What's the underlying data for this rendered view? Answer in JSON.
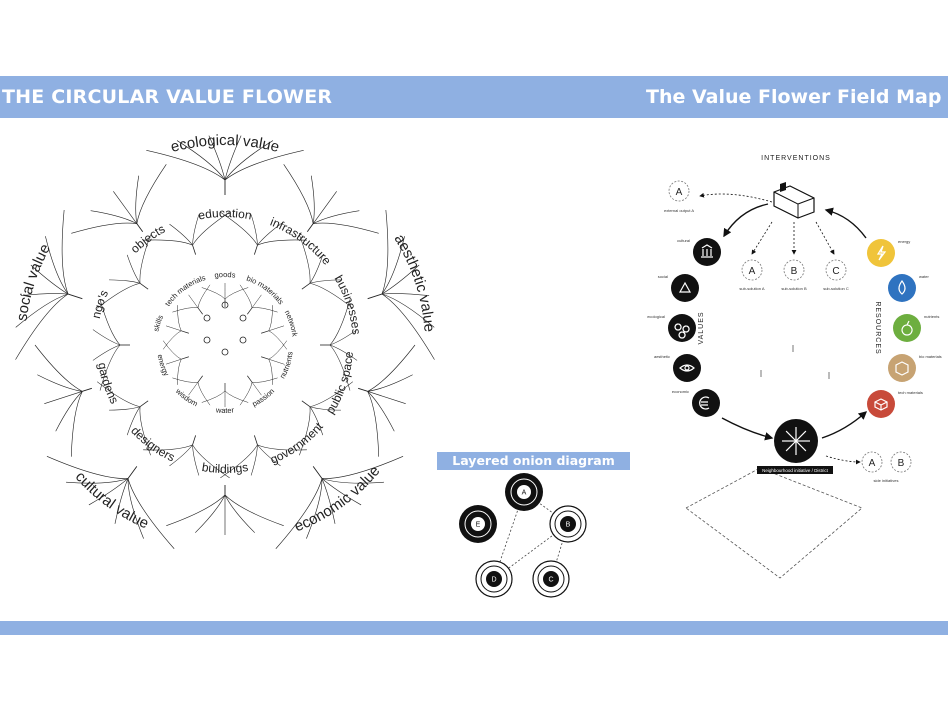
{
  "header": {
    "left_title": "THE CIRCULAR VALUE FLOWER",
    "right_title": "The Value Flower Field Map"
  },
  "colors": {
    "band": "#8fb0e2",
    "ink": "#1a1a1a"
  },
  "flower": {
    "outer": [
      "ecological value",
      "aesthetic value",
      "economic value",
      "cultural value",
      "social value"
    ],
    "middle": [
      "infrastructure",
      "businesses",
      "public space",
      "government",
      "buildings",
      "designers",
      "gardens",
      "ngo's",
      "objects",
      "education"
    ],
    "inner": [
      "bio materials",
      "network",
      "nutrients",
      "passion",
      "water",
      "wisdom",
      "energy",
      "skills",
      "tech materials",
      "goods"
    ]
  },
  "onion": {
    "label": "Layered onion diagram",
    "nodes": [
      "A",
      "B",
      "C",
      "D",
      "E"
    ]
  },
  "field_map": {
    "interventions": "INTERVENTIONS",
    "values_label": "VALUES",
    "resources_label": "RESOURCES",
    "external": {
      "letter": "A",
      "caption": "external output A"
    },
    "subs": [
      {
        "letter": "A",
        "caption": "sub-solution A"
      },
      {
        "letter": "B",
        "caption": "sub-solution B"
      },
      {
        "letter": "C",
        "caption": "sub-solution C"
      }
    ],
    "values": [
      "cultural",
      "social",
      "ecological",
      "aesthetic",
      "economic"
    ],
    "resources": [
      "energy",
      "water",
      "nutrients",
      "bio materials",
      "tech materials"
    ],
    "center_box": "Neighbourhood initiative / District",
    "side_inits": {
      "a": "A",
      "b": "B",
      "caption": "side initiatives"
    }
  }
}
